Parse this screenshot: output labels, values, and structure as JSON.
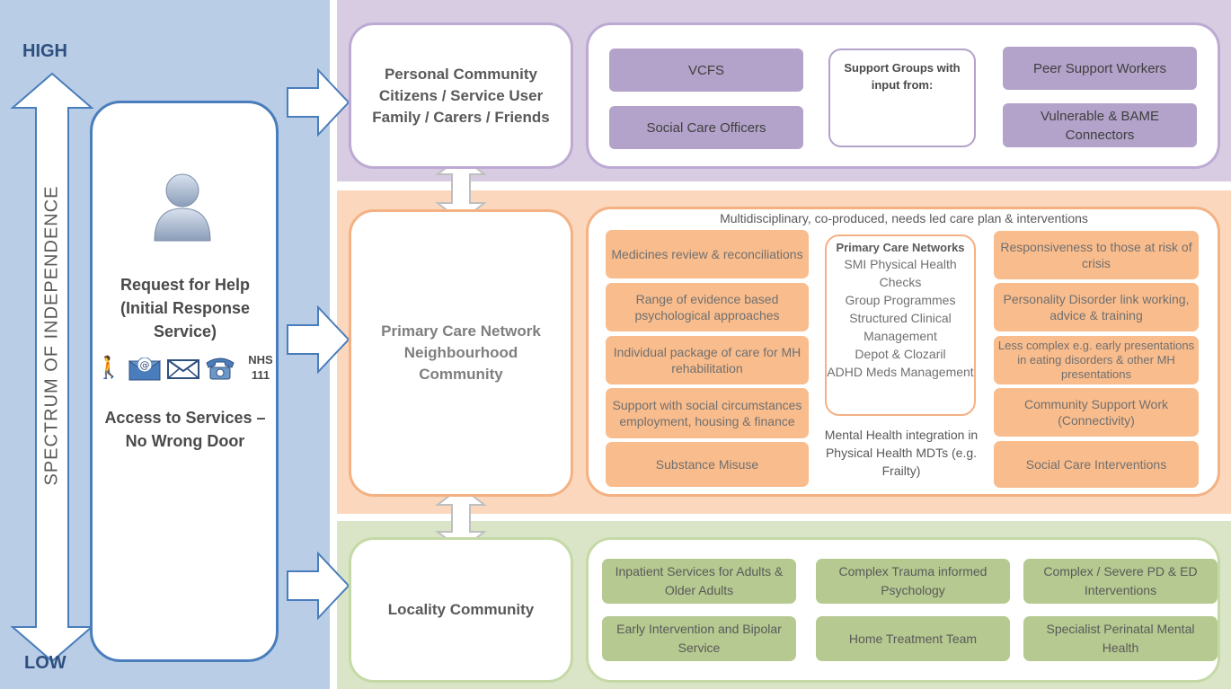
{
  "spectrum": {
    "high": "HIGH",
    "low": "LOW",
    "axis_label": "SPECTRUM OF INDEPENDENCE"
  },
  "request": {
    "title": "Request for Help (Initial Response Service)",
    "nhs": "NHS",
    "nhs_number": "111",
    "access": "Access to Services – No Wrong Door"
  },
  "personal": {
    "title_lines": [
      "Personal Community",
      "Citizens / Service User",
      "Family / Carers / Friends"
    ],
    "support_groups": "Support Groups with input from:",
    "boxes": [
      "VCFS",
      "Social Care Officers",
      "Peer Support Workers",
      "Vulnerable & BAME Connectors"
    ]
  },
  "primary": {
    "title_lines": [
      "Primary Care Network",
      "Neighbourhood",
      "Community"
    ],
    "header": "Multidisciplinary, co-produced, needs led care plan & interventions",
    "left_boxes": [
      "Medicines review & reconciliations",
      "Range of evidence based psychological approaches",
      "Individual package of care for MH rehabilitation",
      "Support with social circumstances employment, housing & finance",
      "Substance Misuse"
    ],
    "pcn_title": "Primary Care Networks",
    "pcn_items": [
      "SMI Physical Health Checks",
      "Group Programmes",
      "Structured Clinical Management",
      "Depot & Clozaril",
      "ADHD Meds Management"
    ],
    "mh_integration": "Mental Health integration in Physical Health MDTs (e.g. Frailty)",
    "right_boxes": [
      "Responsiveness to those at risk of crisis",
      "Personality Disorder link working, advice & training",
      "Less complex e.g. early presentations in eating disorders & other MH presentations",
      "Community  Support Work (Connectivity)",
      "Social Care Interventions"
    ]
  },
  "locality": {
    "title": "Locality Community",
    "boxes": [
      "Inpatient Services for Adults & Older Adults",
      "Complex Trauma informed Psychology",
      "Complex / Severe PD & ED Interventions",
      "Early Intervention  and Bipolar Service",
      "Home Treatment Team",
      "Specialist Perinatal Mental Health"
    ]
  },
  "colors": {
    "left_panel": "#b9cde6",
    "purple_band": "#d7cce2",
    "purple_box": "#b3a2c9",
    "orange_band": "#fbd8bd",
    "orange_box": "#f9bc8c",
    "green_band": "#d9e5c6",
    "green_box": "#b5c990",
    "arrow_stroke": "#4a7dbb"
  },
  "icons": [
    "person-icon",
    "walking-person-icon",
    "email-at-icon",
    "envelope-icon",
    "telephone-icon"
  ]
}
